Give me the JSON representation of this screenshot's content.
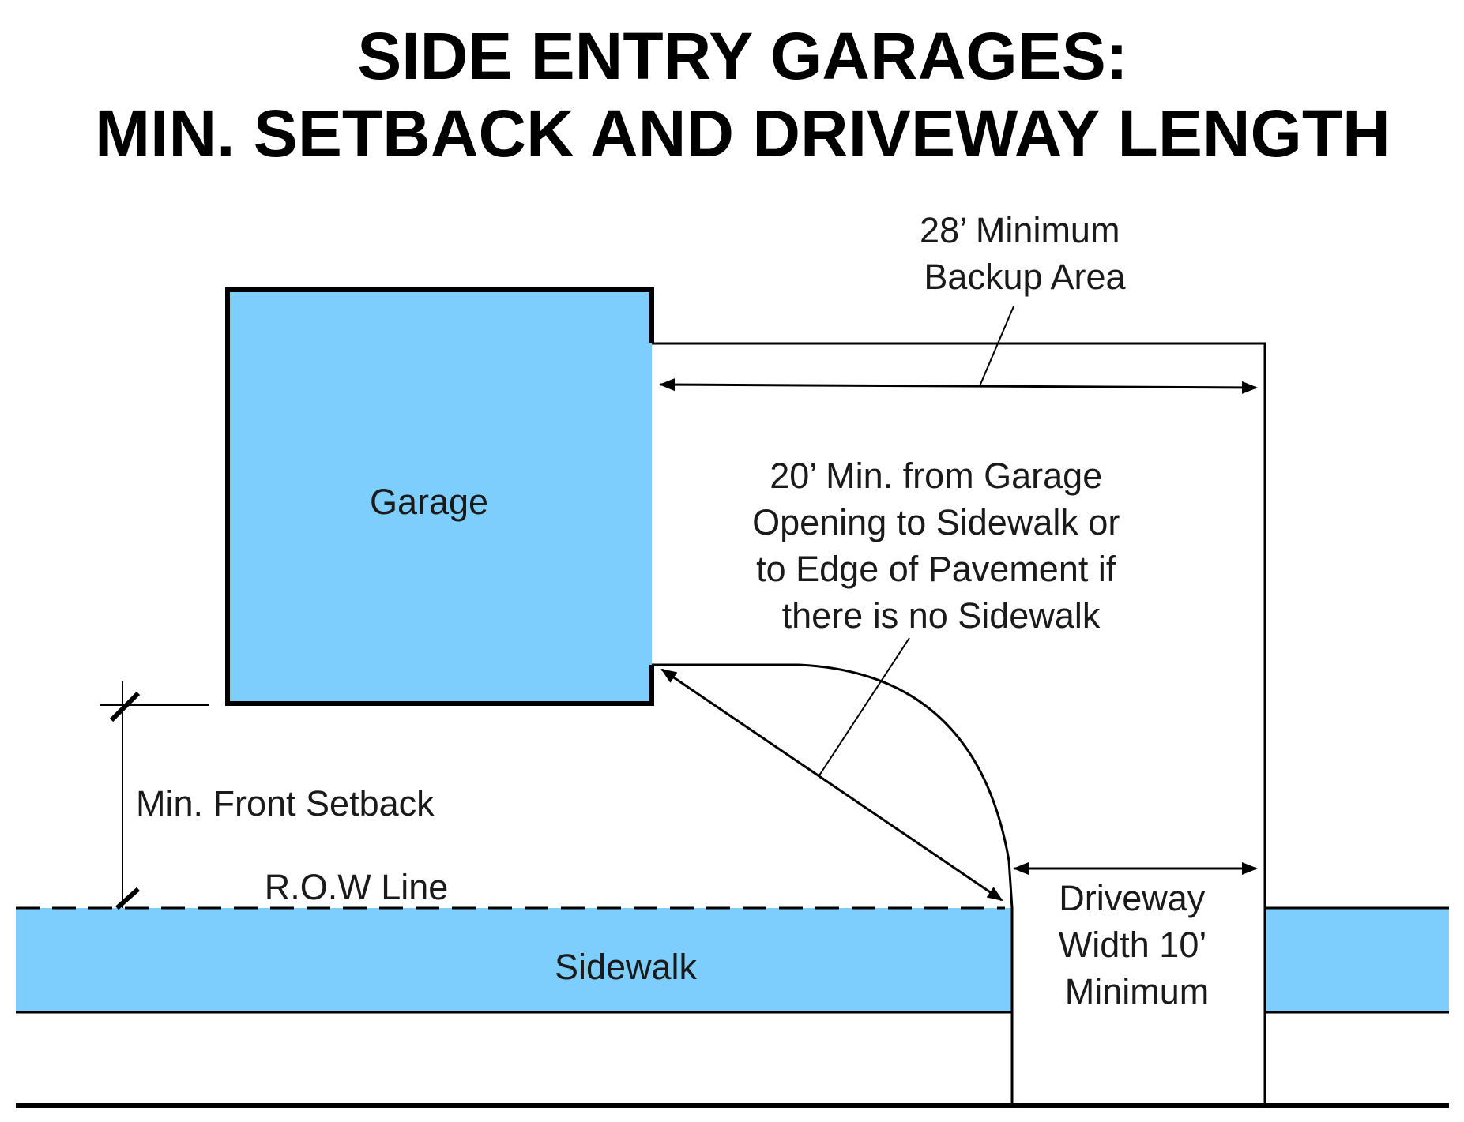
{
  "title": {
    "line1": "SIDE ENTRY GARAGES:",
    "line2": "MIN. SETBACK AND DRIVEWAY LENGTH"
  },
  "labels": {
    "garage": "Garage",
    "sidewalk": "Sidewalk",
    "row_line": "R.O.W Line",
    "front_setback": "Min. Front Setback",
    "backup_area": [
      "28’ Minimum",
      "Backup Area"
    ],
    "garage_to_sidewalk": [
      "20’ Min. from Garage",
      "Opening to Sidewalk or",
      "to Edge of Pavement if",
      "there is no Sidewalk"
    ],
    "driveway_width": [
      "Driveway",
      "Width 10’",
      "Minimum"
    ]
  },
  "colors": {
    "fill_blue": "#7dcdfd",
    "line": "#000000"
  }
}
